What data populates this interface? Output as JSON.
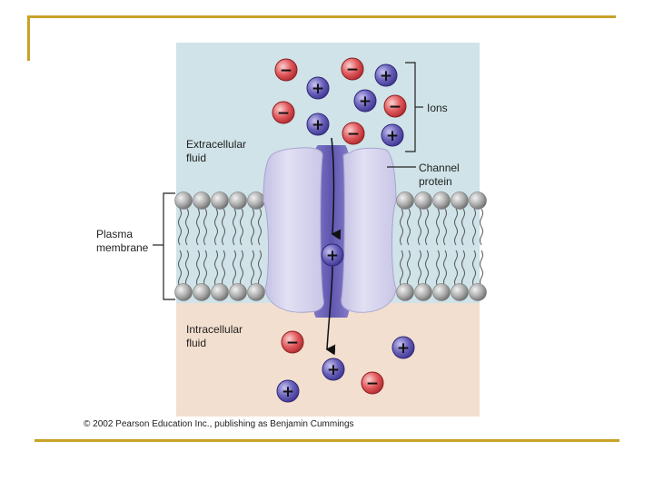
{
  "labels": {
    "extracellular_1": "Extracellular",
    "extracellular_2": "fluid",
    "intracellular_1": "Intracellular",
    "intracellular_2": "fluid",
    "plasma_1": "Plasma",
    "plasma_2": "membrane",
    "ions": "Ions",
    "channel_1": "Channel",
    "channel_2": "protein"
  },
  "ion_signs": {
    "positive": "+",
    "negative": "−"
  },
  "copyright": "© 2002 Pearson Education Inc., publishing as Benjamin Cummings",
  "colors": {
    "frame": "#c9a227",
    "extracellular": "#cfe3e8",
    "intracellular": "#f3dfcf",
    "channel": "#d6d4ea",
    "channel_core": "#6f66b8",
    "cation": "#5a52a8",
    "anion": "#d84a4e",
    "phospholipid_head": "#a9a9a9"
  }
}
